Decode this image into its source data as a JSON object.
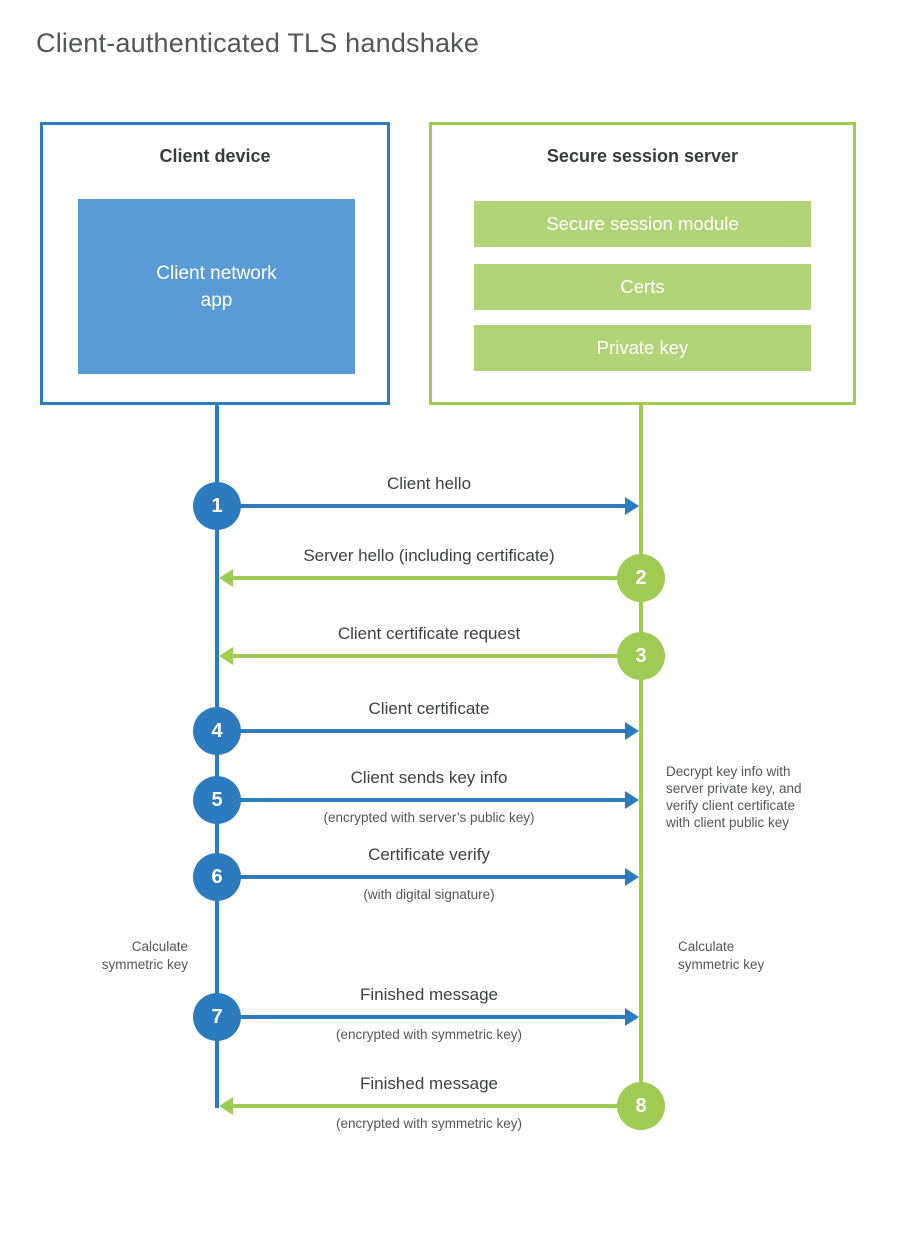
{
  "page": {
    "title": "Client-authenticated TLS handshake"
  },
  "client_box": {
    "title": "Client device",
    "app_label": "Client network\napp"
  },
  "server_box": {
    "title": "Secure session server",
    "modules": [
      "Secure session module",
      "Certs",
      "Private key"
    ]
  },
  "messages": [
    {
      "num": "1",
      "label": "Client hello",
      "direction": "client-to-server"
    },
    {
      "num": "2",
      "label": "Server hello (including certificate)",
      "direction": "server-to-client"
    },
    {
      "num": "3",
      "label": "Client certificate request",
      "direction": "server-to-client"
    },
    {
      "num": "4",
      "label": "Client certificate",
      "direction": "client-to-server"
    },
    {
      "num": "5",
      "label": "Client sends key info",
      "sublabel": "(encrypted with server’s public key)",
      "direction": "client-to-server"
    },
    {
      "num": "6",
      "label": "Certificate verify",
      "sublabel": "(with digital signature)",
      "direction": "client-to-server"
    },
    {
      "num": "7",
      "label": "Finished message",
      "sublabel": "(encrypted with symmetric key)",
      "direction": "client-to-server"
    },
    {
      "num": "8",
      "label": "Finished message",
      "sublabel": "(encrypted with symmetric key)",
      "direction": "server-to-client"
    }
  ],
  "notes": {
    "decrypt": "Decrypt key info with\nserver private key, and\nverify client certificate\nwith client public key",
    "calc_left": "Calculate\nsymmetric key",
    "calc_right": "Calculate\nsymmetric key"
  },
  "colors": {
    "blue": "#2D7BBF",
    "blue_light": "#5B9BD5",
    "green": "#A0CB52",
    "green_light": "#B2D377",
    "text_dark": "#3F4042",
    "text_gray": "#55565A"
  }
}
